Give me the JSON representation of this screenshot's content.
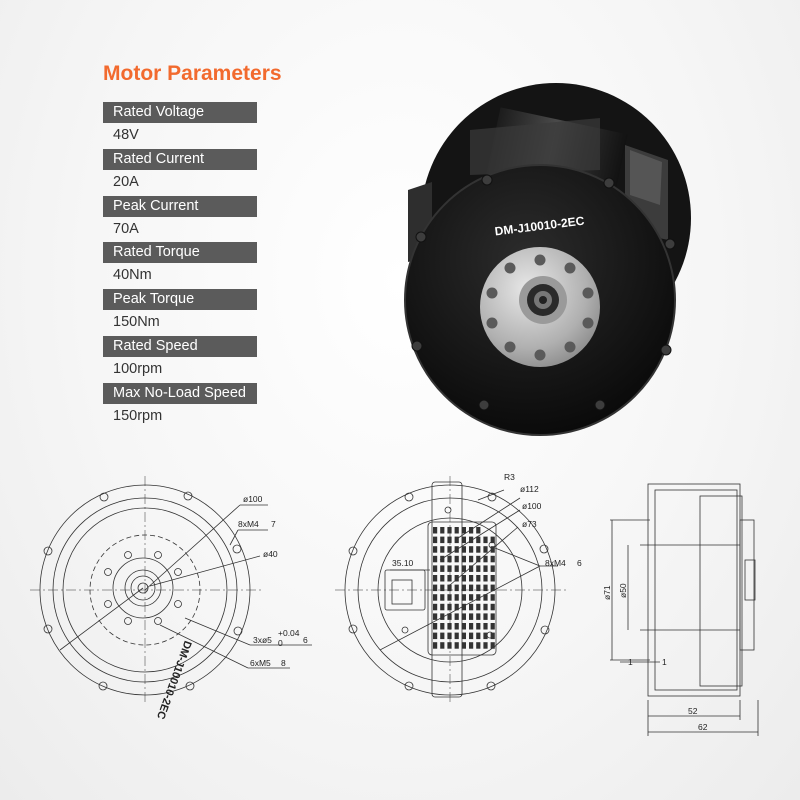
{
  "title": "Motor Parameters",
  "colors": {
    "title": "#f26a2e",
    "label_bg": "#5b5b5b"
  },
  "parameters": [
    {
      "label": "Rated Voltage",
      "value": "48V"
    },
    {
      "label": "Rated Current",
      "value": "20A"
    },
    {
      "label": "Peak Current",
      "value": "70A"
    },
    {
      "label": "Rated Torque",
      "value": "40Nm"
    },
    {
      "label": "Peak Torque",
      "value": "150Nm"
    },
    {
      "label": "Rated Speed",
      "value": "100rpm"
    },
    {
      "label": "Max No-Load Speed",
      "value": "150rpm"
    }
  ],
  "motor_engraving": "DM-J10010-2EC",
  "drawing_front": {
    "d100": "ø100",
    "holes8": "8xM4",
    "holes8_depth": "7",
    "d40": "ø40",
    "pin_label": "3xø5",
    "pin_tol_upper": "+0.04",
    "pin_tol_lower": "0",
    "pin_depth": "6",
    "holes6": "6xM5",
    "holes6_depth": "8",
    "engraving": "DM-J10010-2EC"
  },
  "drawing_back": {
    "r3": "R3",
    "d112": "ø112",
    "d100": "ø100",
    "d73": "ø73",
    "holes8": "8xM4",
    "holes8_depth": "6",
    "dim_3510": "35.10"
  },
  "drawing_side": {
    "d71": "ø71",
    "d50": "ø50",
    "dim_1a": "1",
    "dim_1b": "1",
    "dim_52": "52",
    "dim_62": "62"
  }
}
